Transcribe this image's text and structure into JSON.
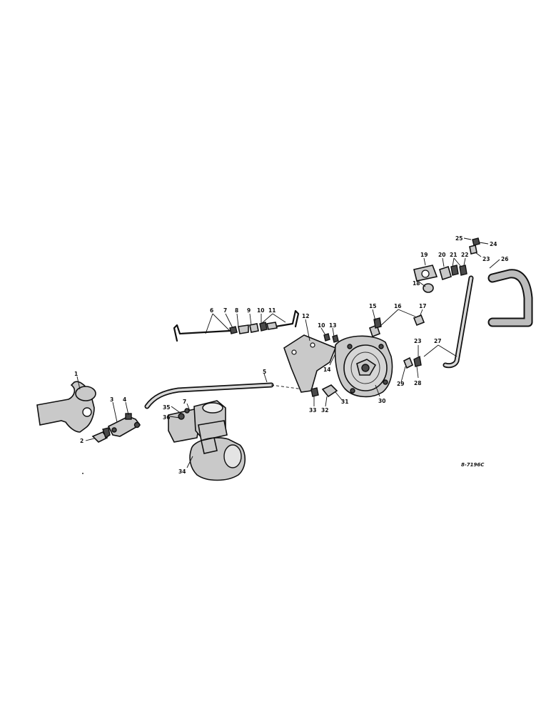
{
  "figure_code": "8-7196C",
  "callouts": {
    "c1": "1",
    "c2": "2",
    "c3": "3",
    "c4": "4",
    "c5": "5",
    "c6": "6",
    "c7a": "7",
    "c7b": "7",
    "c8": "8",
    "c9": "9",
    "c10a": "10",
    "c10b": "10",
    "c11": "11",
    "c12": "12",
    "c13": "13",
    "c14": "14",
    "c15": "15",
    "c16": "16",
    "c17": "17",
    "c18": "18",
    "c19": "19",
    "c20": "20",
    "c21": "21",
    "c22": "22",
    "c23a": "23",
    "c23b": "23",
    "c24": "24",
    "c25": "25",
    "c26": "26",
    "c27": "27",
    "c28": "28",
    "c29": "29",
    "c30": "30",
    "c31": "31",
    "c32": "32",
    "c33": "33",
    "c34": "34",
    "c35": "35",
    "c36": "36"
  }
}
